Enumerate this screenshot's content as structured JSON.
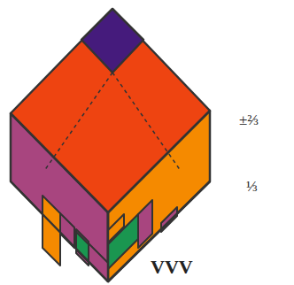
{
  "diagram": {
    "labels": [
      "±⅔",
      "⅓",
      "VVV"
    ]
  }
}
